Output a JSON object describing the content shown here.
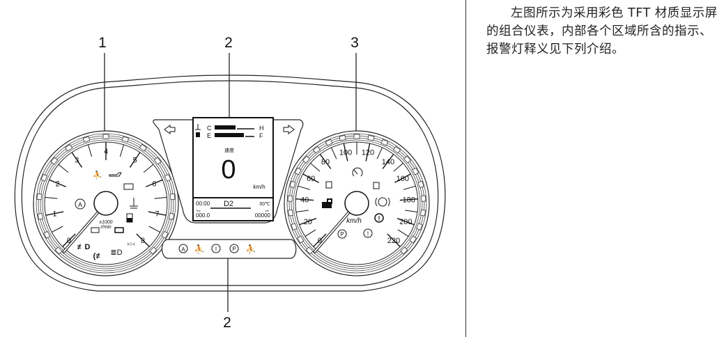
{
  "callouts": {
    "tach": "1",
    "display_top": "2",
    "speedo": "3",
    "display_bottom": "2"
  },
  "description": "左图所示为采用彩色 TFT 材质显示屏的组合仪表，内部各个区域所含的指示、报警灯释义见下列介绍。",
  "tachometer": {
    "labels": [
      "0",
      "1",
      "2",
      "3",
      "4",
      "5",
      "6",
      "7",
      "8"
    ],
    "unit_line1": "x1000",
    "unit_line2": "r/min",
    "needle_value": 0,
    "icons": [
      "airbag-warning-icon",
      "oil-pressure-icon",
      "battery-charge-icon",
      "coolant-temperature-icon",
      "low-fuel-icon",
      "auto-start-stop-icon",
      "engine-fault-icon",
      "engine-check-icon",
      "front-fog-light-icon",
      "rear-fog-light-icon",
      "high-beam-icon",
      "position-light-icon"
    ]
  },
  "speedometer": {
    "labels": [
      "0",
      "20",
      "40",
      "60",
      "80",
      "100",
      "120",
      "140",
      "160",
      "180",
      "200",
      "220"
    ],
    "unit": "km/h",
    "needle_value": 0,
    "icons": [
      "esp-off-icon",
      "cruise-control-icon",
      "esp-icon",
      "immobilizer-icon",
      "brake-pad-icon",
      "tpms-icon",
      "epb-icon",
      "brake-warning-icon"
    ]
  },
  "display": {
    "temp_low": "C",
    "temp_high": "H",
    "fuel_low": "E",
    "fuel_high": "F",
    "speed_label": "速度",
    "speed_value": "0",
    "speed_unit": "km/h",
    "clock": "00:00",
    "gear": "D2",
    "outside_temp": "00℃",
    "trip_label": "Trip",
    "trip_value": "000.0",
    "odo_unit": "km",
    "odo_value": "00000"
  },
  "indicator_strip": {
    "icons": [
      "auto-hold-icon",
      "seatbelt-warning-icon",
      "brake-system-icon",
      "parking-brake-icon",
      "rear-seatbelt-icon"
    ]
  }
}
